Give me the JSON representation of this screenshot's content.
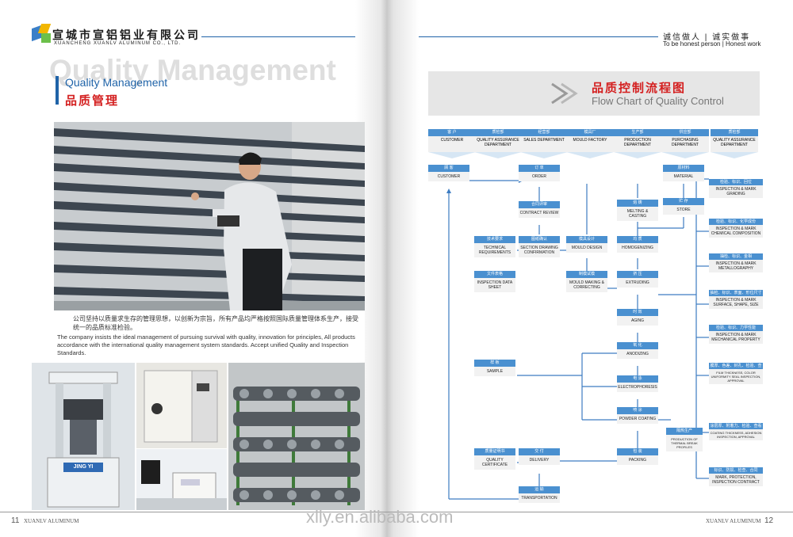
{
  "header": {
    "company_cn": "宣城市宣铝铝业有限公司",
    "company_en": "XUANCHENG XUANLV ALUMINUM CO., LTD.",
    "slogan_cn": "诚信做人 | 诚实做事",
    "slogan_en": "To be honest person | Honest work"
  },
  "left": {
    "ghost_title": "Quality Management",
    "title_en": "Quality Management",
    "title_cn": "品质管理",
    "desc_cn": "公司坚持以质量求生存的管理思想，以创新为宗旨，所有产品均严格按照国际质量管理体系生产，接受统一的品质标准检验。",
    "desc_en": "The company insists the ideal management of pursuing survival with quality, innovation for principles, All products accordance with the international quality management system standards. Accept unified Quality and Inspection Standards.",
    "machine_label": "JING YI",
    "page_num": "11",
    "footer": "XUANLV ALUMINUM"
  },
  "right": {
    "title_cn": "品质控制流程图",
    "title_en": "Flow Chart of Quality Control",
    "page_num": "12",
    "footer": "XUANLV ALUMINUM",
    "columns": [
      {
        "cn": "客 户",
        "en": "CUSTOMER"
      },
      {
        "cn": "质检部",
        "en": "QUALITY ASSURANCE DEPARTMENT"
      },
      {
        "cn": "经营部",
        "en": "SALES DEPARTMENT"
      },
      {
        "cn": "模具厂",
        "en": "MOULD FACTORY"
      },
      {
        "cn": "生产部",
        "en": "PRODUCTION DEPARTMENT"
      },
      {
        "cn": "供应部",
        "en": "PURCHASING DEPARTMENT"
      },
      {
        "cn": "质检部",
        "en": "QUALITY ASSURANCE DEPARTMENT"
      }
    ],
    "nodes": {
      "customer": {
        "cn": "顾 客",
        "en": "CUSTOMER"
      },
      "order": {
        "cn": "订 单",
        "en": "ORDER"
      },
      "contract": {
        "cn": "合同评审",
        "en": "CONTRACT REVIEW"
      },
      "technical": {
        "cn": "技术要求",
        "en": "TECHNICAL REQUIREMENTS"
      },
      "section": {
        "cn": "图纸确认",
        "en": "SECTION DRAWING CONFIRMATION"
      },
      "mould_design": {
        "cn": "模具设计",
        "en": "MOULD DESIGN"
      },
      "mould_making": {
        "cn": "制模试模",
        "en": "MOULD MAKING & CORRECTING"
      },
      "inspection_sheet": {
        "cn": "文件表格",
        "en": "INSPECTION DATA SHEET"
      },
      "material": {
        "cn": "原材料",
        "en": "MATERIAL"
      },
      "store": {
        "cn": "贮 存",
        "en": "STORE"
      },
      "melting": {
        "cn": "熔 铸",
        "en": "MELTING & CASTING"
      },
      "homogenizing": {
        "cn": "均 质",
        "en": "HOMOGENIZING"
      },
      "extruding": {
        "cn": "挤 压",
        "en": "EXTRUDING"
      },
      "aging": {
        "cn": "时 效",
        "en": "AGING"
      },
      "anodizing": {
        "cn": "氧 化",
        "en": "ANODIZING"
      },
      "electro": {
        "cn": "电 泳",
        "en": "ELECTROPHORESIS"
      },
      "powder": {
        "cn": "喷 涂",
        "en": "POWDER COATING"
      },
      "thermal": {
        "cn": "隔热生产",
        "en": "PRODUCTION OF THERMAL BREAK PROFILES"
      },
      "packing": {
        "cn": "包 装",
        "en": "PACKING"
      },
      "sample": {
        "cn": "样 板",
        "en": "SAMPLE"
      },
      "certificate": {
        "cn": "质量证明书",
        "en": "QUALITY CERTIFICATE"
      },
      "delivery": {
        "cn": "交 付",
        "en": "DELIVERY"
      },
      "transport": {
        "cn": "运 输",
        "en": "TRANSPORTATION"
      }
    },
    "inspections": [
      {
        "cn": "检验、标识、回位",
        "en": "INSPECTION & MARK GRADING"
      },
      {
        "cn": "检验、标识、化学成份",
        "en": "INSPECTION & MARK CHEMICAL COMPOSITION"
      },
      {
        "cn": "抽检、标识、金相",
        "en": "INSPECTION & MARK METALLOGRAPHY"
      },
      {
        "cn": "抽检、标识、表面、形位尺寸",
        "en": "INSPECTION & MARK SURFACE, SHAPE, SIZE"
      },
      {
        "cn": "检验、标识、力学性能",
        "en": "INSPECTION & MARK MECHANICAL PROPERTY"
      },
      {
        "cn": "膜厚、色差、封孔、检验、查看",
        "en": "FILM THICKNESS, COLOR UNIFORMITY SEAL INSPECTION, APPROVAL"
      },
      {
        "cn": "涂层厚、附着力、检验、查看",
        "en": "COATING THICKNESS, ADHESION INSPECTION, APPROVAL"
      },
      {
        "cn": "标识、防损、检查、合同",
        "en": "MARK, PROTECTION, INSPECTION CONTRACT"
      }
    ]
  },
  "watermark": "xlly.en.alibaba.com"
}
